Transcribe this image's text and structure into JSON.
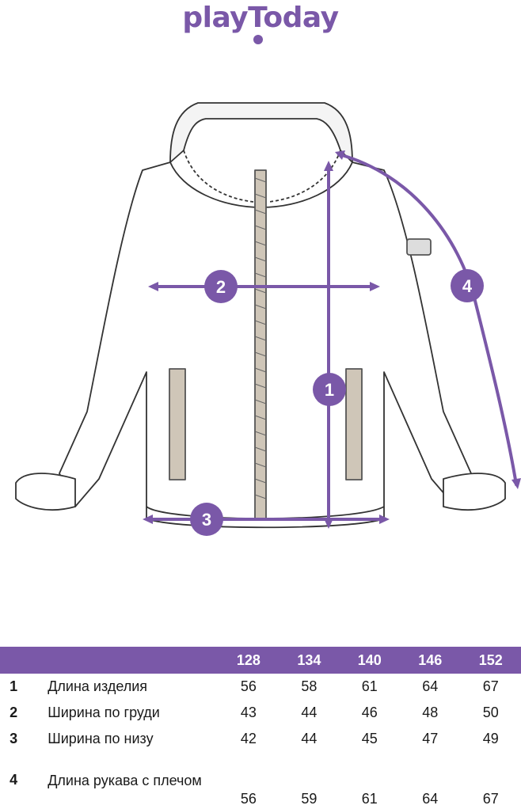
{
  "brand": {
    "logo_text": "playToday",
    "accent_color": "#7a58a8"
  },
  "markers": [
    "1",
    "2",
    "3",
    "4"
  ],
  "size_table": {
    "columns": [
      "128",
      "134",
      "140",
      "146",
      "152"
    ],
    "rows": [
      {
        "num": "1",
        "label": "Длина изделия",
        "values": [
          "56",
          "58",
          "61",
          "64",
          "67"
        ]
      },
      {
        "num": "2",
        "label": "Ширина по груди",
        "values": [
          "43",
          "44",
          "46",
          "48",
          "50"
        ]
      },
      {
        "num": "3",
        "label": "Ширина по низу",
        "values": [
          "42",
          "44",
          "45",
          "47",
          "49"
        ]
      },
      {
        "num": "4",
        "label": "Длина рукава с плечом",
        "values": [
          "56",
          "59",
          "61",
          "64",
          "67"
        ]
      }
    ]
  }
}
